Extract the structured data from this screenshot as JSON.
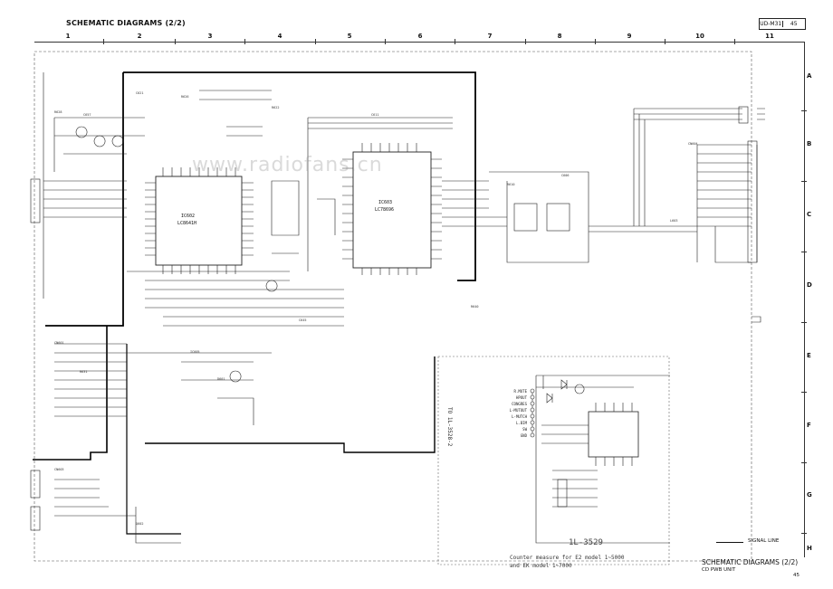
{
  "header": {
    "title": "SCHEMATIC DIAGRAMS (2/2)",
    "model": "UD-M31",
    "page": "45"
  },
  "grid": {
    "columns": [
      "1",
      "2",
      "3",
      "4",
      "5",
      "6",
      "7",
      "8",
      "9",
      "10",
      "11"
    ],
    "rows": [
      "A",
      "B",
      "C",
      "D",
      "E",
      "F",
      "G",
      "H"
    ]
  },
  "chips": {
    "ic602_name": "IC602",
    "ic602_part": "LC8641H",
    "ic603_name": "IC603",
    "ic603_part": "LC78696"
  },
  "subboard": {
    "connector_labels": [
      "R.MUTE",
      "HPOUT",
      "CONGRES",
      "L-MUTOUT",
      "L-MUTCH",
      "L.BIM",
      "SW",
      "GND"
    ],
    "side_label": "TO 1L-3528-2",
    "part_no": "1L-3529",
    "counter_measure": [
      "Counter measure for E2 model 1~5000",
      "and EK model 1~7000"
    ]
  },
  "legend": {
    "signal_line": "SIGNAL LINE"
  },
  "footer": {
    "title": "SCHEMATIC DIAGRAMS (2/2)",
    "subtitle": "CD PWB UNIT",
    "page": "45"
  },
  "watermark": "www.radiofans.cn"
}
